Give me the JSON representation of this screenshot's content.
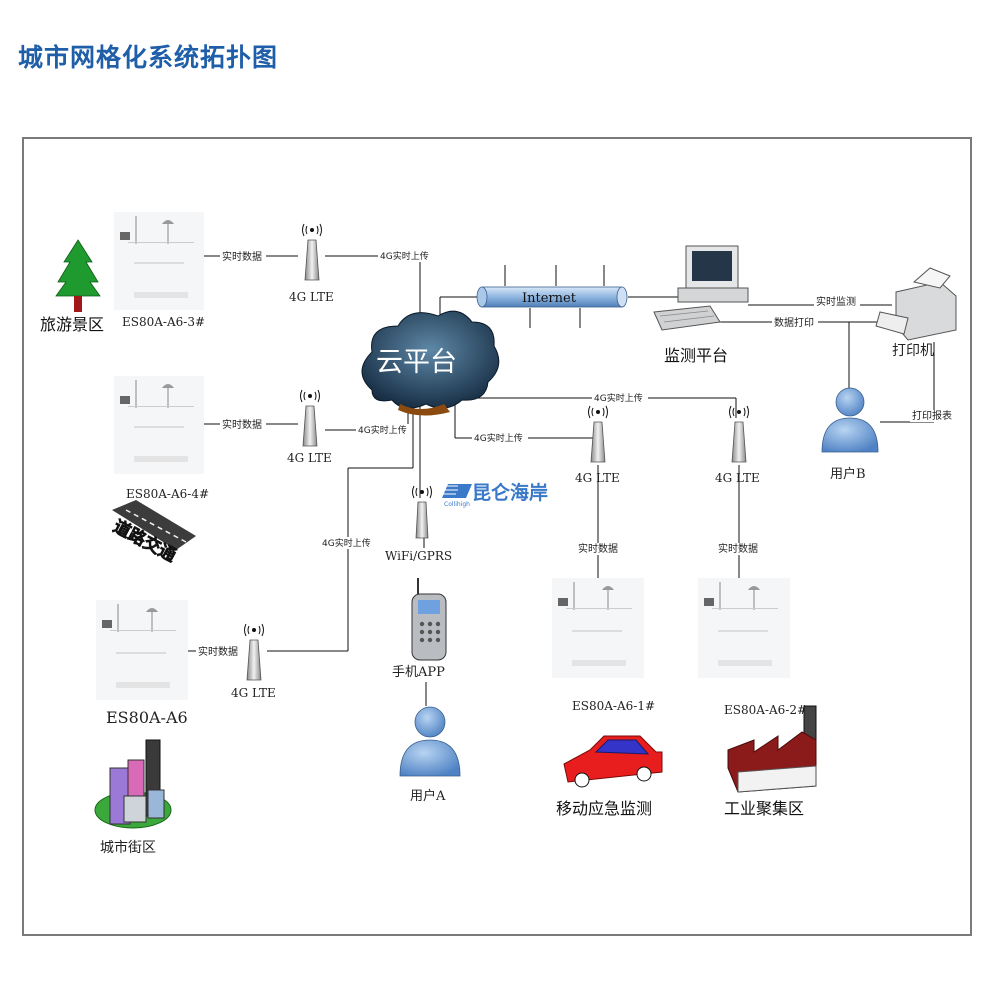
{
  "title": "城市网格化系统拓扑图",
  "nodes": {
    "cloud": "云平台",
    "internet": "Internet",
    "monitor_platform": "监测平台",
    "printer": "打印机",
    "user_b": "用户B",
    "user_a": "用户A",
    "phone": "手机APP",
    "wifi": "WiFi/GPRS",
    "tourist": "旅游景区",
    "road": "道路交通",
    "city": "城市街区",
    "mobile": "移动应急监测",
    "industry": "工业聚集区",
    "dev3": "ES80A-A6-3#",
    "dev4": "ES80A-A6-4#",
    "dev0": "ES80A-A6",
    "dev1": "ES80A-A6-1#",
    "dev2": "ES80A-A6-2#",
    "lte1": "4G LTE",
    "lte2": "4G LTE",
    "lte3": "4G LTE",
    "lte4": "4G LTE",
    "lte5": "4G LTE"
  },
  "links": {
    "realtime_data_1": "实时数据",
    "realtime_data_2": "实时数据",
    "realtime_data_3": "实时数据",
    "realtime_data_4": "实时数据",
    "realtime_data_5": "实时数据",
    "upload_1": "4G实时上传",
    "upload_2": "4G实时上传",
    "upload_3": "4G实时上传",
    "upload_4": "4G实时上传",
    "upload_5": "4G实时上传",
    "realtime_monitor": "实时监测",
    "data_print": "数据打印",
    "print_report": "打印报表"
  },
  "brand": {
    "name": "昆仑海岸",
    "sub": "Collihigh"
  },
  "colors": {
    "title": "#1f5ea8",
    "cloud": "#1d3a57",
    "pipe": "#8fb6e0",
    "person": "#6f9fd8",
    "tree": "#1f9a2e",
    "car": "#e81d1d",
    "factory": "#8b1a1a"
  }
}
